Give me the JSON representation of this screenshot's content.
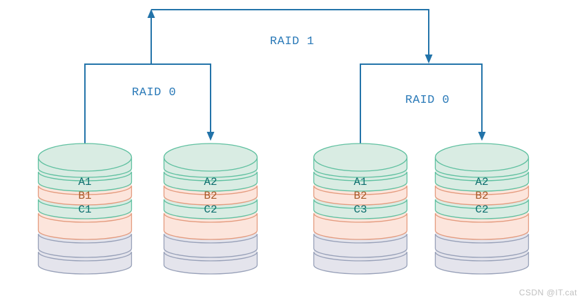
{
  "diagram": {
    "raid1_label": "RAID 1",
    "raid0_left_label": "RAID 0",
    "raid0_right_label": "RAID 0"
  },
  "watermark": "CSDN @IT.cat",
  "colors": {
    "line": "#2273a9",
    "label_text": "#2b7ab8",
    "mint_fill": "#d9ece3",
    "mint_stroke": "#5fc0a0",
    "pink_fill": "#fce5dc",
    "pink_stroke": "#e49a7d",
    "gray_fill": "#e4e4ec",
    "gray_stroke": "#97a0b8",
    "teal_text": "#0d6e6e",
    "orange_text": "#a85a28",
    "watermark_text": "#bfbfbf"
  },
  "disks": [
    {
      "name": "disk-1",
      "blocks": [
        {
          "text": "A1",
          "tone": "teal"
        },
        {
          "text": "B1",
          "tone": "orange"
        },
        {
          "text": "C1",
          "tone": "teal"
        }
      ]
    },
    {
      "name": "disk-2",
      "blocks": [
        {
          "text": "A2",
          "tone": "teal"
        },
        {
          "text": "B2",
          "tone": "orange"
        },
        {
          "text": "C2",
          "tone": "teal"
        }
      ]
    },
    {
      "name": "disk-3",
      "blocks": [
        {
          "text": "A1",
          "tone": "teal"
        },
        {
          "text": "B2",
          "tone": "orange"
        },
        {
          "text": "C3",
          "tone": "teal"
        }
      ]
    },
    {
      "name": "disk-4",
      "blocks": [
        {
          "text": "A2",
          "tone": "teal"
        },
        {
          "text": "B2",
          "tone": "orange"
        },
        {
          "text": "C2",
          "tone": "teal"
        }
      ]
    }
  ]
}
